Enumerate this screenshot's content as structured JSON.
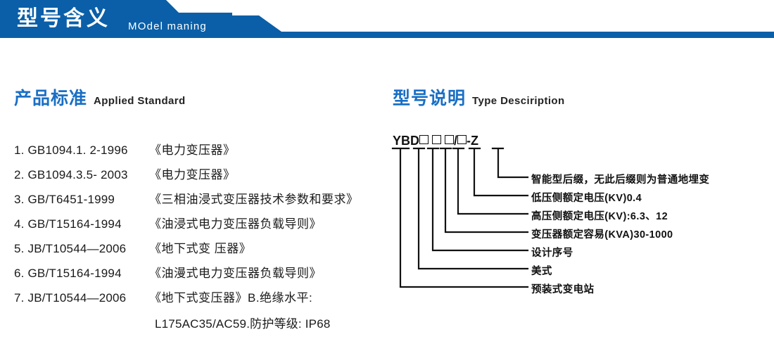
{
  "header": {
    "title_cn": "型号含义",
    "title_en": "MOdel maning",
    "band_color": "#0a5fa8",
    "bar_color": "#0a5fa8"
  },
  "sections": {
    "standards": {
      "title_cn": "产品标准",
      "title_en": "Applied Standard",
      "accent_color": "#1a6fc4",
      "items": [
        {
          "code": "1. GB1094.1. 2-1996",
          "name": "《电力变压器》"
        },
        {
          "code": "2. GB1094.3.5- 2003",
          "name": "《电力变压器》"
        },
        {
          "code": "3. GB/T6451-1999",
          "name": "《三相油浸式变压器技术参数和要求》"
        },
        {
          "code": "4. GB/T15164-1994",
          "name": "《油浸式电力变压器负载导则》"
        },
        {
          "code": "5. JB/T10544—2006",
          "name": "《地下式变 压器》"
        },
        {
          "code": "6. GB/T15164-1994",
          "name": "《油漫式电力变压器负载导则》"
        },
        {
          "code": "7. JB/T10544—2006",
          "name": "《地下式变压器》B.绝缘水平:"
        }
      ],
      "continuation": "L175AC35/AC59.防护等级: IP68"
    },
    "type_description": {
      "title_cn": "型号说明",
      "title_en": "Type Desciription",
      "accent_color": "#1a6fc4",
      "code_segments": [
        {
          "kind": "text",
          "text": "YB"
        },
        {
          "kind": "space",
          "text": " "
        },
        {
          "kind": "text",
          "text": "D"
        },
        {
          "kind": "space",
          "text": " "
        },
        {
          "kind": "box",
          "text": ""
        },
        {
          "kind": "box",
          "text": ""
        },
        {
          "kind": "box",
          "text": ""
        },
        {
          "kind": "text",
          "text": "/"
        },
        {
          "kind": "box",
          "text": ""
        },
        {
          "kind": "text",
          "text": " - "
        },
        {
          "kind": "text",
          "text": "Z"
        }
      ],
      "code_string": "YB D □□□/□ - Z",
      "annotations": [
        {
          "label": "智能型后缀，无此后缀则为普通地埋变"
        },
        {
          "label": "低压侧额定电压(KV)0.4"
        },
        {
          "label": "高压侧额定电压(KV):6.3、12"
        },
        {
          "label": "变压器额定容易(KVA)30-1000"
        },
        {
          "label": "设计序号"
        },
        {
          "label": "美式"
        },
        {
          "label": "预装式变电站"
        }
      ]
    }
  }
}
